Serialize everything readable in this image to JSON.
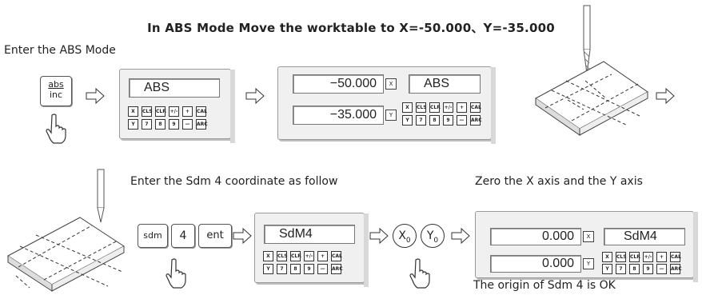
{
  "title": "In ABS Mode Move the worktable to X=-50.000、Y=-35.000",
  "captions": {
    "enter_abs": "Enter the ABS Mode",
    "enter_sdm": "Enter the Sdm 4 coordinate as follow",
    "zero_axes": "Zero the X axis and the Y axis",
    "origin_ok": "The origin of Sdm 4 is OK"
  },
  "keys": {
    "abs_top": "abs",
    "abs_bottom": "inc",
    "sdm": "sdm",
    "four": "4",
    "ent": "ent",
    "x0": "X",
    "y0": "Y",
    "sub0": "0"
  },
  "keypad": {
    "row1": [
      "X",
      "CLS",
      "CLR",
      "+/-",
      "+",
      "CAL"
    ],
    "row2": [
      "Y",
      "7",
      "8",
      "9",
      "—",
      "ARC"
    ]
  },
  "panel1": {
    "screen": "ABS"
  },
  "panel2": {
    "x_value": "−50.000",
    "y_value": "−35.000",
    "mode": "ABS",
    "x_tag": "X",
    "y_tag": "Y"
  },
  "panel3": {
    "screen": "SdM4"
  },
  "panel4": {
    "x_value": "0.000",
    "y_value": "0.000",
    "mode": "SdM4",
    "x_tag": "X",
    "y_tag": "Y"
  }
}
